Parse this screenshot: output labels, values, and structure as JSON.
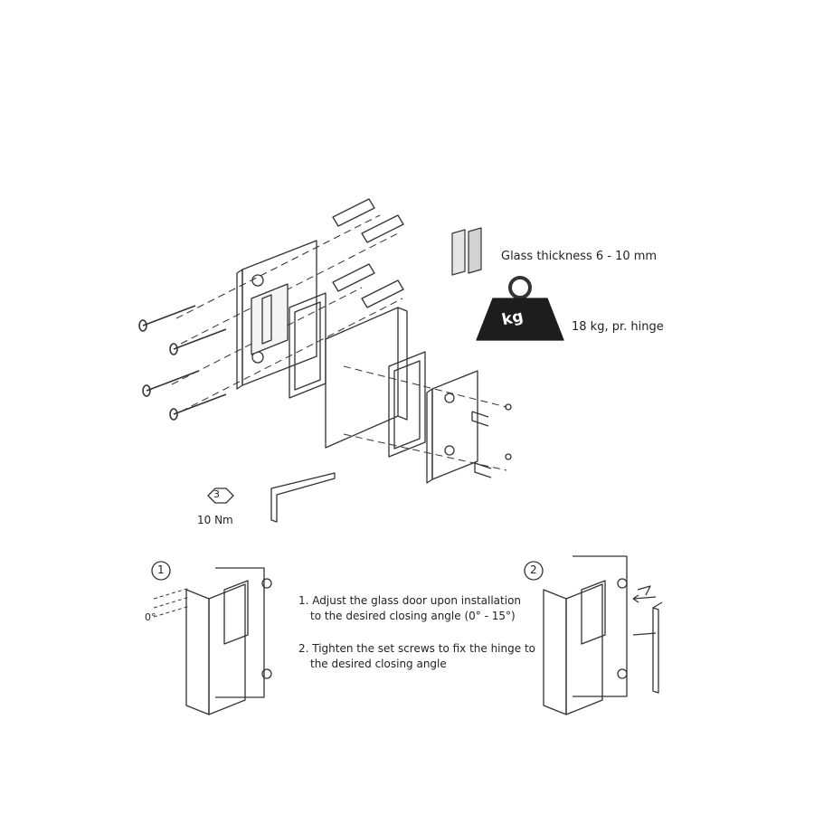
{
  "specs": {
    "glass_thickness": "Glass thickness 6 - 10 mm",
    "weight_icon_text": "kg",
    "load_capacity": "18 kg, pr. hinge"
  },
  "tool": {
    "hex_size": "3",
    "torque": "10 Nm"
  },
  "step1": {
    "number": "1",
    "angle_label": "0°"
  },
  "step2": {
    "number": "2"
  },
  "instructions": [
    {
      "line1": "1. Adjust the glass door upon installation",
      "line2": "to the desired closing angle (0° - 15°)"
    },
    {
      "line1": "2. Tighten the set screws to fix the hinge to",
      "line2": "the desired closing angle"
    }
  ]
}
